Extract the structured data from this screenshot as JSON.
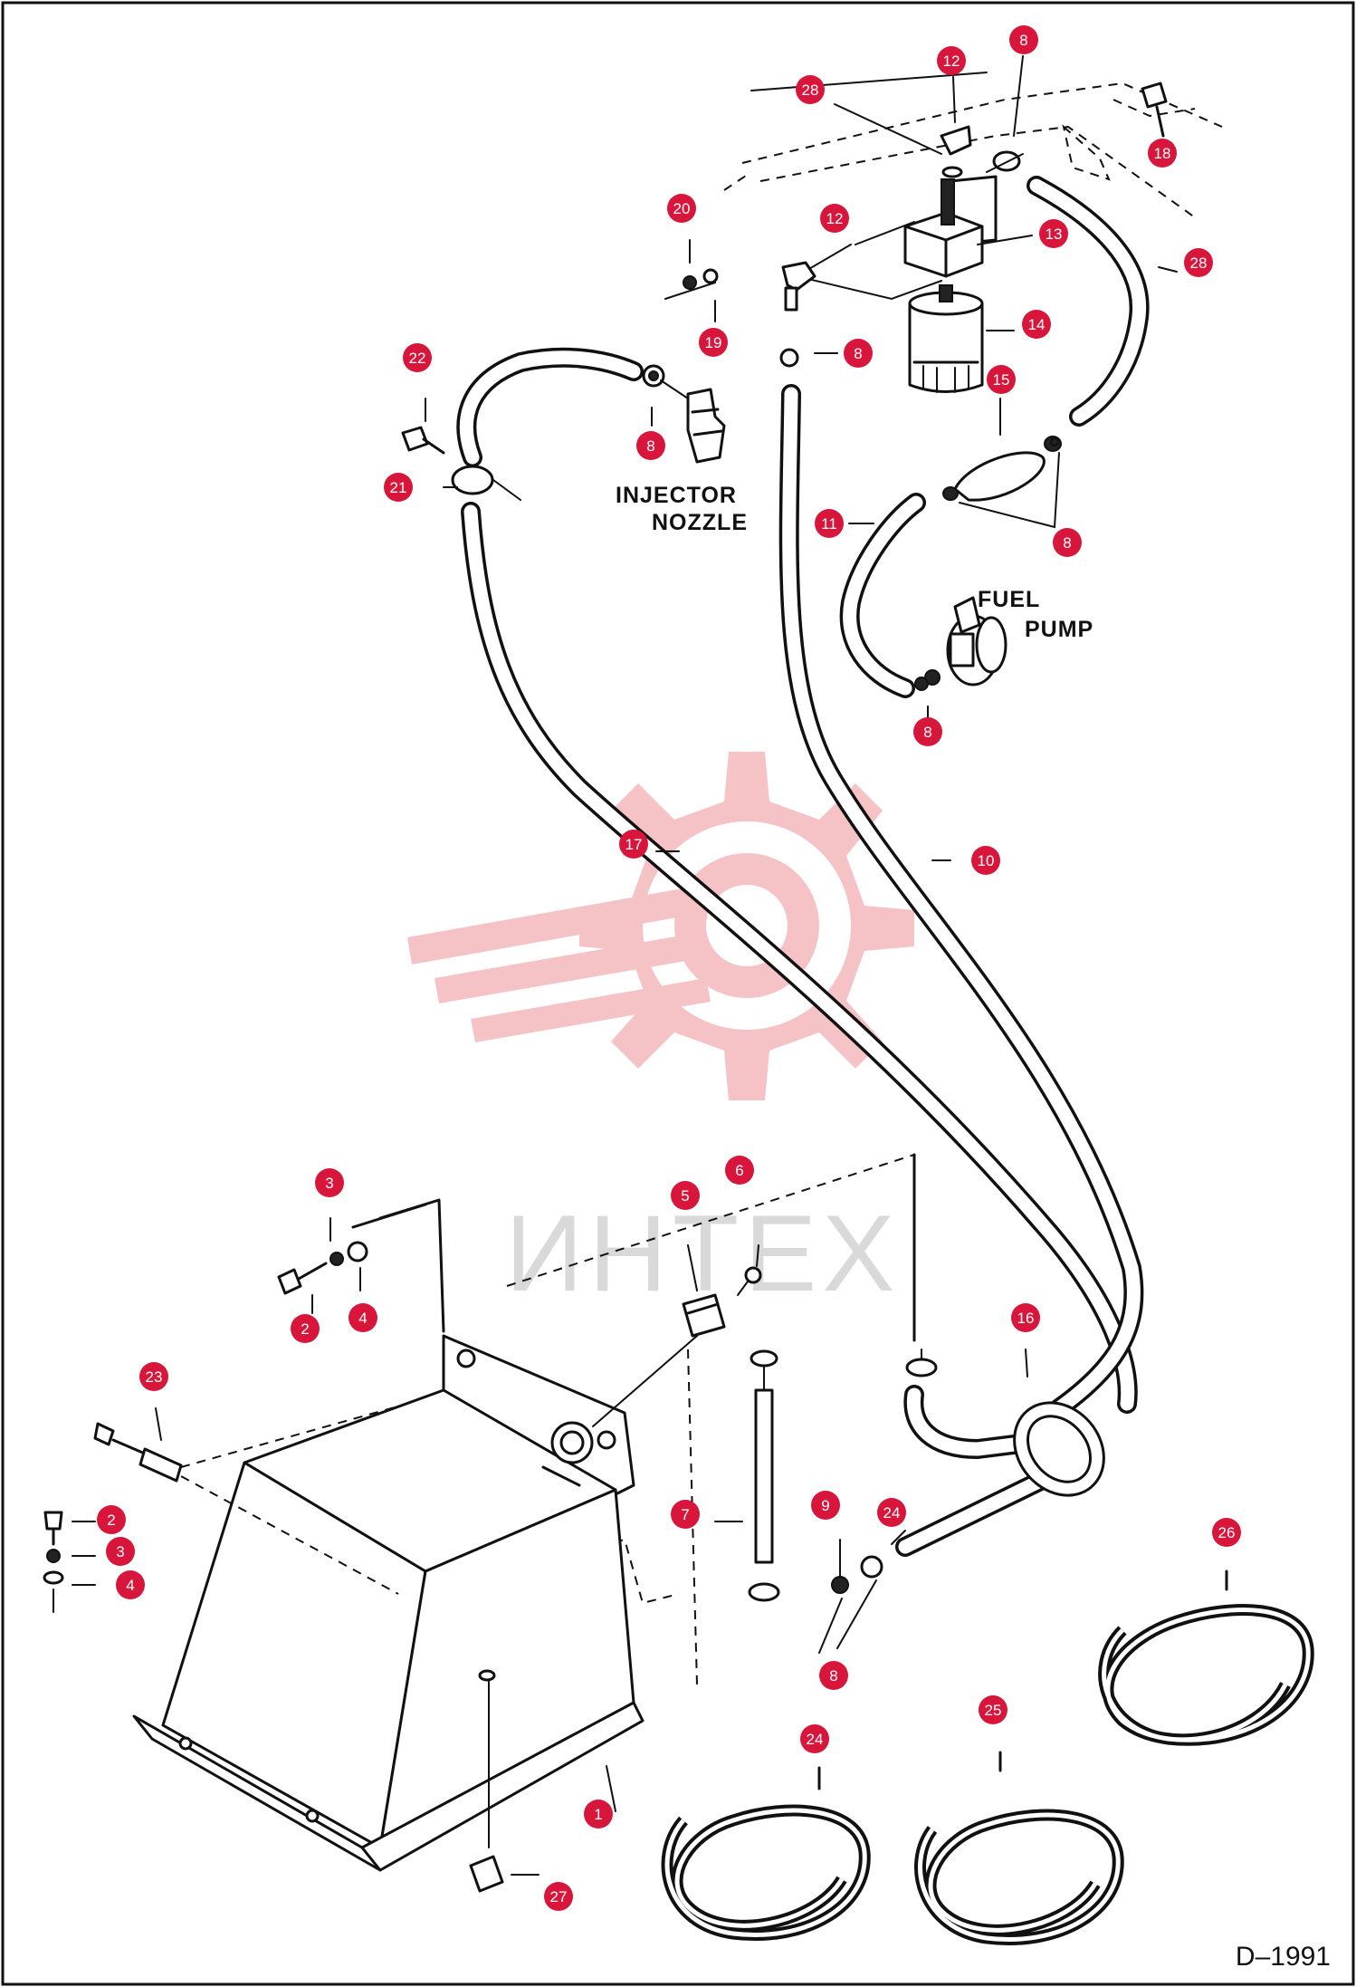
{
  "labels": {
    "injector_line1": "INJECTOR",
    "injector_line2": "NOZZLE",
    "fuel_line1": "FUEL",
    "fuel_line2": "PUMP"
  },
  "watermark": "ИНТЕХ",
  "drawing_code": "D–1991",
  "callouts": [
    {
      "n": "8"
    },
    {
      "n": "12"
    },
    {
      "n": "28"
    },
    {
      "n": "18"
    },
    {
      "n": "20"
    },
    {
      "n": "12"
    },
    {
      "n": "13"
    },
    {
      "n": "28"
    },
    {
      "n": "19"
    },
    {
      "n": "14"
    },
    {
      "n": "8"
    },
    {
      "n": "22"
    },
    {
      "n": "15"
    },
    {
      "n": "8"
    },
    {
      "n": "21"
    },
    {
      "n": "11"
    },
    {
      "n": "8"
    },
    {
      "n": "8"
    },
    {
      "n": "17"
    },
    {
      "n": "10"
    },
    {
      "n": "6"
    },
    {
      "n": "3"
    },
    {
      "n": "5"
    },
    {
      "n": "4"
    },
    {
      "n": "2"
    },
    {
      "n": "16"
    },
    {
      "n": "23"
    },
    {
      "n": "9"
    },
    {
      "n": "24"
    },
    {
      "n": "7"
    },
    {
      "n": "2"
    },
    {
      "n": "3"
    },
    {
      "n": "4"
    },
    {
      "n": "26"
    },
    {
      "n": "8"
    },
    {
      "n": "25"
    },
    {
      "n": "24"
    },
    {
      "n": "1"
    },
    {
      "n": "27"
    }
  ],
  "colors": {
    "badge": "#d8153a",
    "watermark_gear": "#f4b9bd",
    "watermark_text": "#d9d9d9",
    "ink": "#111111"
  }
}
